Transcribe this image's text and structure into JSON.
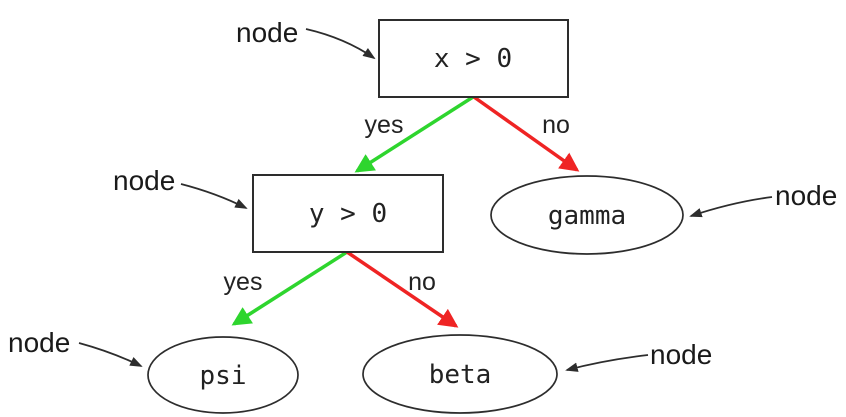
{
  "diagram": {
    "type": "decision-tree",
    "nodes": [
      {
        "id": "root",
        "label": "x > 0",
        "shape": "box"
      },
      {
        "id": "cond2",
        "label": "y > 0",
        "shape": "box"
      },
      {
        "id": "gamma",
        "label": "gamma",
        "shape": "ellipse"
      },
      {
        "id": "psi",
        "label": "psi",
        "shape": "ellipse"
      },
      {
        "id": "beta",
        "label": "beta",
        "shape": "ellipse"
      }
    ],
    "edges": [
      {
        "from": "root",
        "to": "cond2",
        "label": "yes",
        "color": "green"
      },
      {
        "from": "root",
        "to": "gamma",
        "label": "no",
        "color": "red"
      },
      {
        "from": "cond2",
        "to": "psi",
        "label": "yes",
        "color": "green"
      },
      {
        "from": "cond2",
        "to": "beta",
        "label": "no",
        "color": "red"
      }
    ],
    "annotations": [
      {
        "label": "node",
        "points_to": "root"
      },
      {
        "label": "node",
        "points_to": "cond2"
      },
      {
        "label": "node",
        "points_to": "gamma"
      },
      {
        "label": "node",
        "points_to": "psi"
      },
      {
        "label": "node",
        "points_to": "beta"
      }
    ]
  },
  "colors": {
    "yes_green": "#2ed52e",
    "no_red": "#ef2424",
    "ink": "#2d2d2d"
  }
}
